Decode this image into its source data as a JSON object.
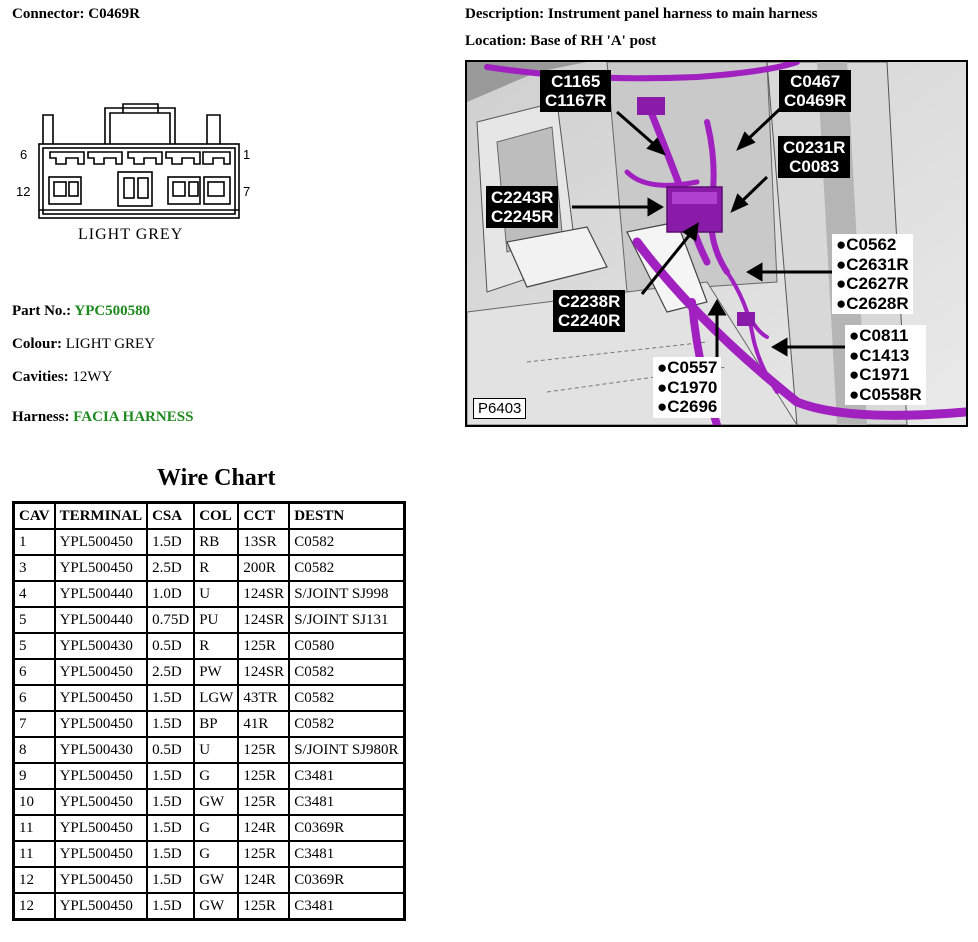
{
  "header": {
    "connector_label": "Connector:",
    "connector_value": "C0469R",
    "description_label": "Description:",
    "description_value": "Instrument panel harness to main harness",
    "location_label": "Location:",
    "location_value": "Base of RH 'A' post"
  },
  "connector_face": {
    "pin_top_left": "6",
    "pin_top_right": "1",
    "pin_bottom_left": "12",
    "pin_bottom_right": "7",
    "caption": "LIGHT GREY"
  },
  "details": {
    "part_no_label": "Part No.:",
    "part_no_value": "YPC500580",
    "colour_label": "Colour:",
    "colour_value": "LIGHT GREY",
    "cavities_label": "Cavities:",
    "cavities_value": "12WY",
    "harness_label": "Harness:",
    "harness_value": "FACIA HARNESS"
  },
  "wire_chart": {
    "title": "Wire Chart",
    "columns": [
      "CAV",
      "TERMINAL",
      "CSA",
      "COL",
      "CCT",
      "DESTN"
    ],
    "rows": [
      [
        "1",
        "YPL500450",
        "1.5D",
        "RB",
        "13SR",
        "C0582"
      ],
      [
        "3",
        "YPL500450",
        "2.5D",
        "R",
        "200R",
        "C0582"
      ],
      [
        "4",
        "YPL500440",
        "1.0D",
        "U",
        "124SR",
        "S/JOINT SJ998"
      ],
      [
        "5",
        "YPL500440",
        "0.75D",
        "PU",
        "124SR",
        "S/JOINT SJ131"
      ],
      [
        "5",
        "YPL500430",
        "0.5D",
        "R",
        "125R",
        "C0580"
      ],
      [
        "6",
        "YPL500450",
        "2.5D",
        "PW",
        "124SR",
        "C0582"
      ],
      [
        "6",
        "YPL500450",
        "1.5D",
        "LGW",
        "43TR",
        "C0582"
      ],
      [
        "7",
        "YPL500450",
        "1.5D",
        "BP",
        "41R",
        "C0582"
      ],
      [
        "8",
        "YPL500430",
        "0.5D",
        "U",
        "125R",
        "S/JOINT SJ980R"
      ],
      [
        "9",
        "YPL500450",
        "1.5D",
        "G",
        "125R",
        "C3481"
      ],
      [
        "10",
        "YPL500450",
        "1.5D",
        "GW",
        "125R",
        "C3481"
      ],
      [
        "11",
        "YPL500450",
        "1.5D",
        "G",
        "124R",
        "C0369R"
      ],
      [
        "11",
        "YPL500450",
        "1.5D",
        "G",
        "125R",
        "C3481"
      ],
      [
        "12",
        "YPL500450",
        "1.5D",
        "GW",
        "124R",
        "C0369R"
      ],
      [
        "12",
        "YPL500450",
        "1.5D",
        "GW",
        "125R",
        "C3481"
      ]
    ]
  },
  "location_photo": {
    "figure_code": "P6403",
    "callouts": {
      "c1": [
        "C1165",
        "C1167R"
      ],
      "c2": [
        "C0467",
        "C0469R"
      ],
      "c3": [
        "C0231R",
        "C0083"
      ],
      "c4": [
        "C2243R",
        "C2245R"
      ],
      "c5": [
        "C2238R",
        "C2240R"
      ]
    },
    "bullet_lists": {
      "b1": [
        "C0562",
        "C2631R",
        "C2627R",
        "C2628R"
      ],
      "b2": [
        "C0811",
        "C1413",
        "C1971",
        "C0558R"
      ],
      "b3": [
        "C0557",
        "C1970",
        "C2696"
      ]
    },
    "bullet_symbol": "●",
    "harness_color": "#a020c0"
  }
}
